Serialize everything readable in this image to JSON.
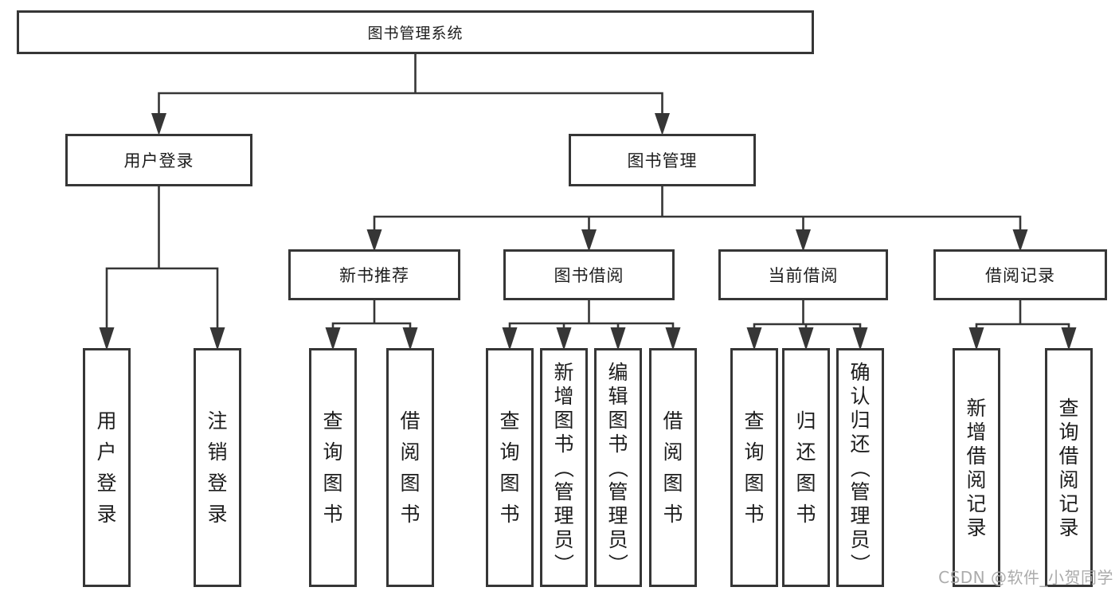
{
  "diagram": {
    "tree": {
      "label": "图书管理系统",
      "children": [
        {
          "label": "用户登录",
          "children": [
            {
              "label": "用户登录"
            },
            {
              "label": "注销登录"
            }
          ]
        },
        {
          "label": "图书管理",
          "children": [
            {
              "label": "新书推荐",
              "children": [
                {
                  "label": "查询图书"
                },
                {
                  "label": "借阅图书"
                }
              ]
            },
            {
              "label": "图书借阅",
              "children": [
                {
                  "label": "查询图书"
                },
                {
                  "label": "新增图书（管理员）"
                },
                {
                  "label": "编辑图书（管理员）"
                },
                {
                  "label": "借阅图书"
                }
              ]
            },
            {
              "label": "当前借阅",
              "children": [
                {
                  "label": "查询图书"
                },
                {
                  "label": "归还图书"
                },
                {
                  "label": "确认归还（管理员）"
                }
              ]
            },
            {
              "label": "借阅记录",
              "children": [
                {
                  "label": "新增借阅记录"
                },
                {
                  "label": "查询借阅记录"
                }
              ]
            }
          ]
        }
      ]
    },
    "colors": {
      "line": "#363636",
      "text": "#1d1d1d",
      "background": "#ffffff",
      "watermark": "#a6a6a6"
    }
  },
  "watermark": {
    "text": "CSDN @软件_小贺同学"
  }
}
